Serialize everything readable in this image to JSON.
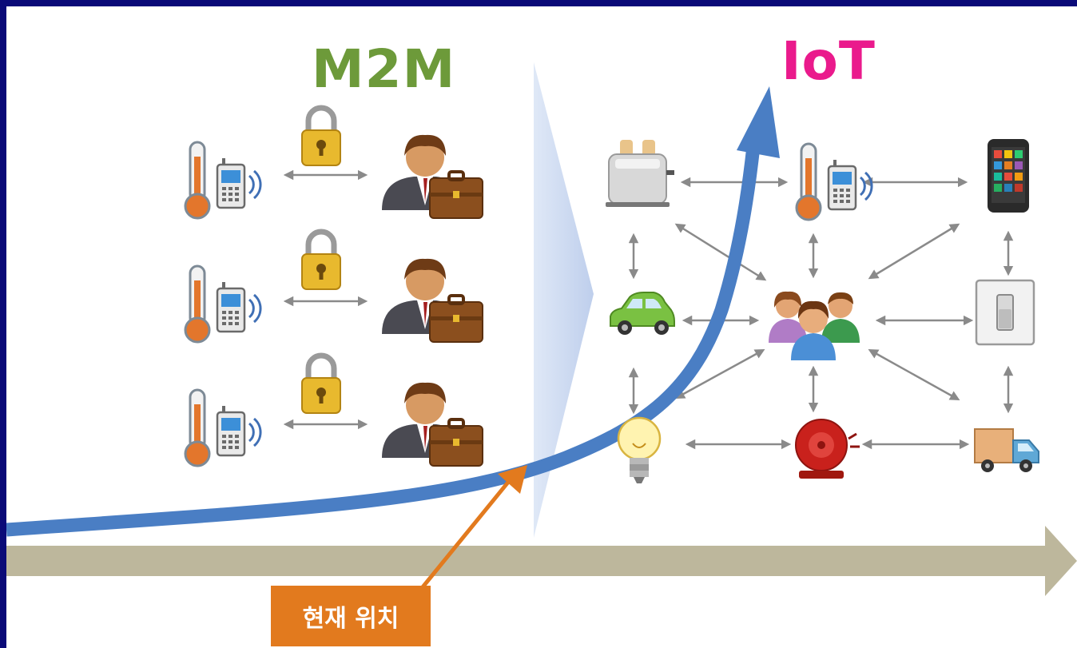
{
  "titles": {
    "left": "M2M",
    "right": "IoT"
  },
  "current_label": "현재 위치",
  "colors": {
    "background_border": "#0a0a78",
    "m2m_title": "#6d9a3a",
    "iot_title": "#ea1a8c",
    "growth_curve": "#4a7ec4",
    "timeline_arrow": "#bdb79c",
    "current_marker": "#e27a1e",
    "connector": "#8a8a8a"
  },
  "m2m_rows": [
    {
      "sensor": "thermometer-phone-icon",
      "link": "lock-icon",
      "endpoint": "businessman-icon"
    },
    {
      "sensor": "thermometer-phone-icon",
      "link": "lock-icon",
      "endpoint": "businessman-icon"
    },
    {
      "sensor": "thermometer-phone-icon",
      "link": "lock-icon",
      "endpoint": "businessman-icon"
    }
  ],
  "iot_nodes": [
    "toaster-icon",
    "thermometer-phone-icon",
    "smartphone-icon",
    "car-icon",
    "people-group-icon",
    "light-switch-icon",
    "lightbulb-icon",
    "alarm-bell-icon",
    "delivery-truck-icon"
  ]
}
